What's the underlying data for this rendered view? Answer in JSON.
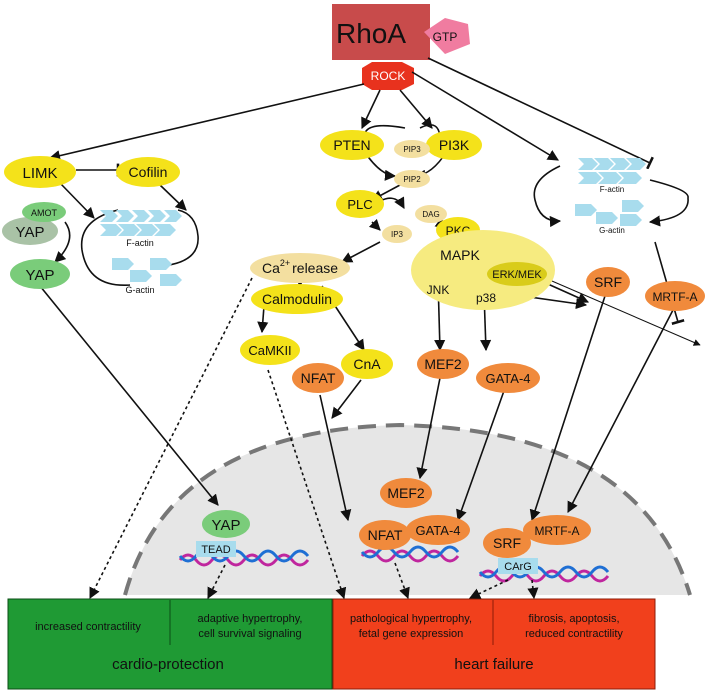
{
  "nodes": {
    "rhoa": "RhoA",
    "gtp": "GTP",
    "rock": "ROCK",
    "limk": "LIMK",
    "cofilin": "Cofilin",
    "amot": "AMOT",
    "yap_bound": "YAP",
    "yap_free": "YAP",
    "factin_left": "F-actin",
    "gactin_left": "G-actin",
    "pten": "PTEN",
    "pi3k": "PI3K",
    "pip3": "PIP3",
    "pip2": "PIP2",
    "plc": "PLC",
    "dag": "DAG",
    "ip3": "IP3",
    "pkc": "PKC",
    "factin_right": "F-actin",
    "gactin_right": "G-actin",
    "ca_base": "Ca",
    "ca_sup": "2+",
    "ca_rest": "release",
    "calmodulin": "Calmodulin",
    "camkii": "CaMKII",
    "cna": "CnA",
    "nfat_cyto": "NFAT",
    "mapk": "MAPK",
    "jnk": "JNK",
    "erk_mek": "ERK/MEK",
    "p38": "p38",
    "srf_cyto": "SRF",
    "mrtfa_cyto": "MRTF-A",
    "mef2_cyto": "MEF2",
    "gata4_cyto": "GATA-4",
    "mef2_nuc": "MEF2",
    "gata4_nuc": "GATA-4",
    "nfat_nuc": "NFAT",
    "yap_nuc": "YAP",
    "tead": "TEAD",
    "srf_nuc": "SRF",
    "mrtfa_nuc": "MRTF-A",
    "carg": "CArG"
  },
  "outcomes": {
    "increased_contractility": "increased contractility",
    "adaptive_line1": "adaptive hypertrophy,",
    "adaptive_line2": "cell survival signaling",
    "pathological_line1": "pathological hypertrophy,",
    "pathological_line2": "fetal gene expression",
    "fibrosis_line1": "fibrosis, apoptosis,",
    "fibrosis_line2": "reduced contractility",
    "cardio_protection": "cardio-protection",
    "heart_failure": "heart failure"
  },
  "colors": {
    "rhoa_box": "#c84b4b",
    "gtp": "#f07ca0",
    "rock": "#e8321e",
    "yellow_node": "#f4e21a",
    "light_node": "#f3dfa0",
    "mapk_blob": "#f6eb80",
    "orange_node": "#f08a3c",
    "green_node": "#7acc7a",
    "gray_green": "#a9c2a6",
    "actin_blue": "#a8dced",
    "nucleus": "#e6e6e6",
    "protection_box": "#1f9a34",
    "failure_box": "#f1401c"
  }
}
